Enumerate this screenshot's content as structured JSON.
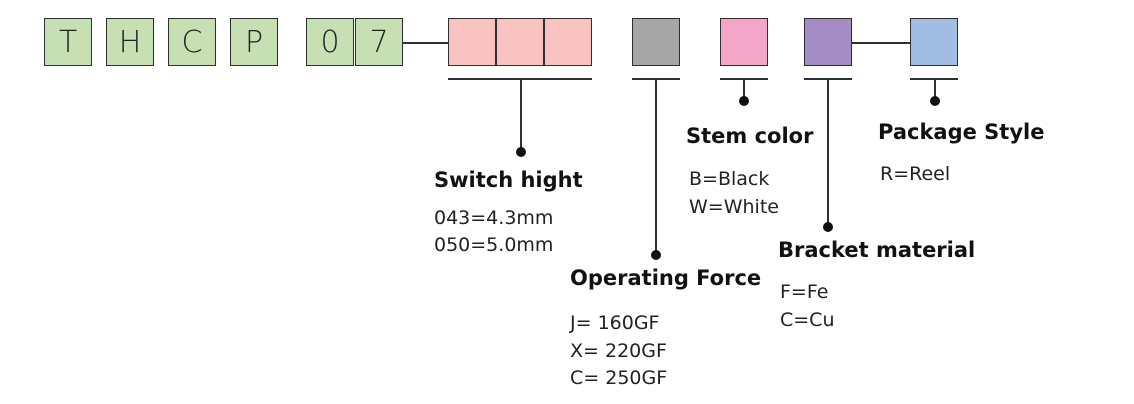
{
  "code_letters": [
    "T",
    "H",
    "C",
    "P",
    "0",
    "7"
  ],
  "colors": {
    "code_letter_fill": "#c6e0b4",
    "switch_hight_fill": "#f8c3c0",
    "operating_force_fill": "#a6a6a6",
    "stem_color_fill": "#f4a6c8",
    "bracket_material_fill": "#a48cc4",
    "package_style_fill": "#a2bde3"
  },
  "fields": {
    "switch_hight": {
      "label": "Switch hight",
      "options": [
        "043=4.3mm",
        "050=5.0mm"
      ]
    },
    "operating_force": {
      "label": "Operating Force",
      "options": [
        "J=  160GF",
        "X= 220GF",
        "C= 250GF"
      ]
    },
    "stem_color": {
      "label": "Stem color",
      "options": [
        "B=Black",
        "W=White"
      ]
    },
    "bracket_material": {
      "label": "Bracket material",
      "options": [
        "F=Fe",
        "C=Cu"
      ]
    },
    "package_style": {
      "label": "Package Style",
      "options": [
        "R=Reel"
      ]
    }
  }
}
